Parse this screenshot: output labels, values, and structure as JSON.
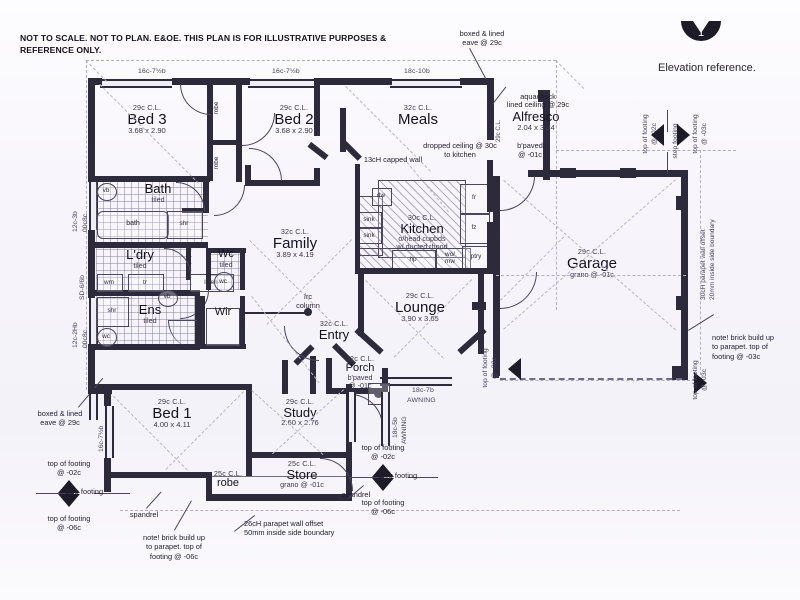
{
  "disclaimer": "NOT TO SCALE. NOT TO PLAN. E&OE. THIS PLAN IS FOR ILLUSTRATIVE PURPOSES & REFERENCE ONLY.",
  "elevation": {
    "label": "Elevation reference.",
    "marker_number": "1"
  },
  "colors": {
    "paper": "#f7f5fb",
    "wall": "#2d2a3c",
    "text": "#201d2c",
    "hatch": "#787294"
  },
  "rooms": [
    {
      "key": "bed3",
      "ceiling": "29c C.L.",
      "name": "Bed 3",
      "dim": "3.68 x 2.90",
      "sub": ""
    },
    {
      "key": "bed2",
      "ceiling": "29c C.L.",
      "name": "Bed 2",
      "dim": "3.68 x 2.90",
      "sub": ""
    },
    {
      "key": "meals",
      "ceiling": "32c C.L.",
      "name": "Meals",
      "dim": "",
      "sub": ""
    },
    {
      "key": "alfresco",
      "ceiling": "",
      "name": "Alfresco",
      "dim": "2.04 x 3.24",
      "sub": "b'paved\n@ -01c"
    },
    {
      "key": "kitchen",
      "ceiling": "30c C.L.",
      "name": "Kitchen",
      "dim": "",
      "sub": "o/head cupbds\nw/ ducted rhood"
    },
    {
      "key": "bath",
      "ceiling": "",
      "name": "Bath",
      "dim": "",
      "sub": "tiled"
    },
    {
      "key": "ldry",
      "ceiling": "",
      "name": "L'dry",
      "dim": "",
      "sub": "tiled"
    },
    {
      "key": "wc",
      "ceiling": "",
      "name": "Wc",
      "dim": "",
      "sub": "tiled"
    },
    {
      "key": "ens",
      "ceiling": "",
      "name": "Ens",
      "dim": "",
      "sub": "tiled"
    },
    {
      "key": "wir",
      "ceiling": "",
      "name": "Wir",
      "dim": "",
      "sub": ""
    },
    {
      "key": "family",
      "ceiling": "32c C.L.",
      "name": "Family",
      "dim": "3.89 x 4.19",
      "sub": ""
    },
    {
      "key": "lounge",
      "ceiling": "29c C.L.",
      "name": "Lounge",
      "dim": "3.90 x 3.65",
      "sub": ""
    },
    {
      "key": "entry",
      "ceiling": "32c C.L.",
      "name": "Entry",
      "dim": "",
      "sub": ""
    },
    {
      "key": "porch",
      "ceiling": "32c C.L.",
      "name": "Porch",
      "dim": "",
      "sub": "b'paved\n@ -01c"
    },
    {
      "key": "bed1",
      "ceiling": "29c C.L.",
      "name": "Bed 1",
      "dim": "4.00 x 4.11",
      "sub": ""
    },
    {
      "key": "study",
      "ceiling": "29c C.L.",
      "name": "Study",
      "dim": "2.60 x 2.76",
      "sub": ""
    },
    {
      "key": "store",
      "ceiling": "25c C.L.",
      "name": "Store",
      "dim": "",
      "sub": "grano @ -01c"
    },
    {
      "key": "garage",
      "ceiling": "29c C.L.",
      "name": "Garage",
      "dim": "",
      "sub": "grano @ -01c"
    }
  ],
  "room_text": {
    "bed3": {
      "ceiling": "29c C.L.",
      "name": "Bed 3",
      "dim": "3.68 x 2.90"
    },
    "bed2": {
      "ceiling": "29c C.L.",
      "name": "Bed 2",
      "dim": "3.68 x 2.90"
    },
    "meals": {
      "ceiling": "32c C.L.",
      "name": "Meals"
    },
    "alfresco": {
      "name": "Alfresco",
      "dim": "2.04 x 3.24",
      "sub1": "b'paved",
      "sub2": "@ -01c",
      "ceilnote1": "aquacheck",
      "ceilnote2": "lined ceiling @ 29c",
      "side": "29c C.L."
    },
    "kitchen": {
      "ceiling": "30c C.L.",
      "name": "Kitchen",
      "sub1": "o/head cupbds",
      "sub2": "w/ ducted rhood"
    },
    "bath": {
      "name": "Bath",
      "sub": "tiled"
    },
    "ldry": {
      "name": "L'dry",
      "sub": "tiled"
    },
    "wc": {
      "name": "Wc",
      "sub": "tiled"
    },
    "ens": {
      "name": "Ens",
      "sub": "tiled"
    },
    "wir": {
      "name": "Wir"
    },
    "family": {
      "ceiling": "32c C.L.",
      "name": "Family",
      "dim": "3.89 x 4.19"
    },
    "lounge": {
      "ceiling": "29c C.L.",
      "name": "Lounge",
      "dim": "3.90 x 3.65"
    },
    "entry": {
      "ceiling": "32c C.L.",
      "name": "Entry"
    },
    "porch": {
      "ceiling": "32c C.L.",
      "name": "Porch",
      "sub1": "b'paved",
      "sub2": "@ -01c"
    },
    "bed1": {
      "ceiling": "29c C.L.",
      "name": "Bed 1",
      "dim": "4.00 x 4.11"
    },
    "study": {
      "ceiling": "29c C.L.",
      "name": "Study",
      "dim": "2.60 x 2.76"
    },
    "store": {
      "ceiling": "25c C.L.",
      "name": "Store",
      "sub": "grano @ -01c"
    },
    "garage": {
      "ceiling": "29c C.L.",
      "name": "Garage",
      "sub": "grano @ -01c"
    },
    "robe_bed1": {
      "ceiling": "25c C.L.",
      "name": "robe"
    }
  },
  "fixtures": {
    "vb1": "vb",
    "vb2": "vb",
    "bath": "bath",
    "shr1": "shr",
    "shr2": "shr",
    "wm": "wm",
    "tr": "tr",
    "linen": "linen",
    "wc_small": "wc",
    "wc_small2": "wc",
    "dw": "dw",
    "fr": "fr",
    "fz": "fz",
    "ptry": "ptry",
    "sink1": "sink",
    "sink2": "sink",
    "hp": "hp",
    "womw": "wo/\nmw",
    "robe1": "robe",
    "robe2": "robe"
  },
  "annotations": {
    "boxed_eave_top": "boxed & lined\neave @ 29c",
    "boxed_eave_left": "boxed & lined\neave @ 29c",
    "aquacheck": "aquacheck\nlined ceiling @ 29c",
    "dropped_ceiling": "dropped ceiling @ 30c\nto kitchen",
    "capped_wall": "13cH capped wall",
    "frc_column": "frc\ncolumn",
    "awning": "AWNING",
    "awning_code": "18c-7b",
    "awning_side_code": "18c-5b",
    "awning_side": "AWNING",
    "parapet_side": "30cH parapet wall offset\n20mm inside side boundary",
    "parapet_bottom": "26cH parapet wall offset\n50mm inside side boundary",
    "brick_note_right": "note! brick build up\nto parapet. top of\nfooting @ -03c",
    "brick_note_left": "note! brick build up\nto parapet. top of\nfooting @ -06c",
    "spandrel1": "spandrel",
    "spandrel2": "spandrel",
    "spandrel3": "spandrel"
  },
  "footings": {
    "left": {
      "top": "top of footing\n@ -02c",
      "mid": "step footing",
      "bottom": "top of footing\n@ -06c"
    },
    "bottom": {
      "top": "top of footing\n@ -02c",
      "mid": "step footing",
      "bottom": "top of footing\n@ -06c"
    },
    "right": {
      "left": "top of footing\n@ -02c",
      "mid": "step footing",
      "right": "top of footing\n@ -03c"
    },
    "lounge_side": "top of footing\n@ -02c",
    "right_lower": "top of footing\n@ -03c"
  },
  "window_codes": {
    "top1": "16c-7½b",
    "top2": "16c-7½b",
    "top3": "18c-10b",
    "left1": "12c-3b",
    "left1b": "00c8c",
    "left2": "SD-6/6b",
    "left3": "12c-2Hb",
    "left3b": "00c8c",
    "left4": "16c-7½b",
    "lounge_bottom": "18c-7b"
  }
}
